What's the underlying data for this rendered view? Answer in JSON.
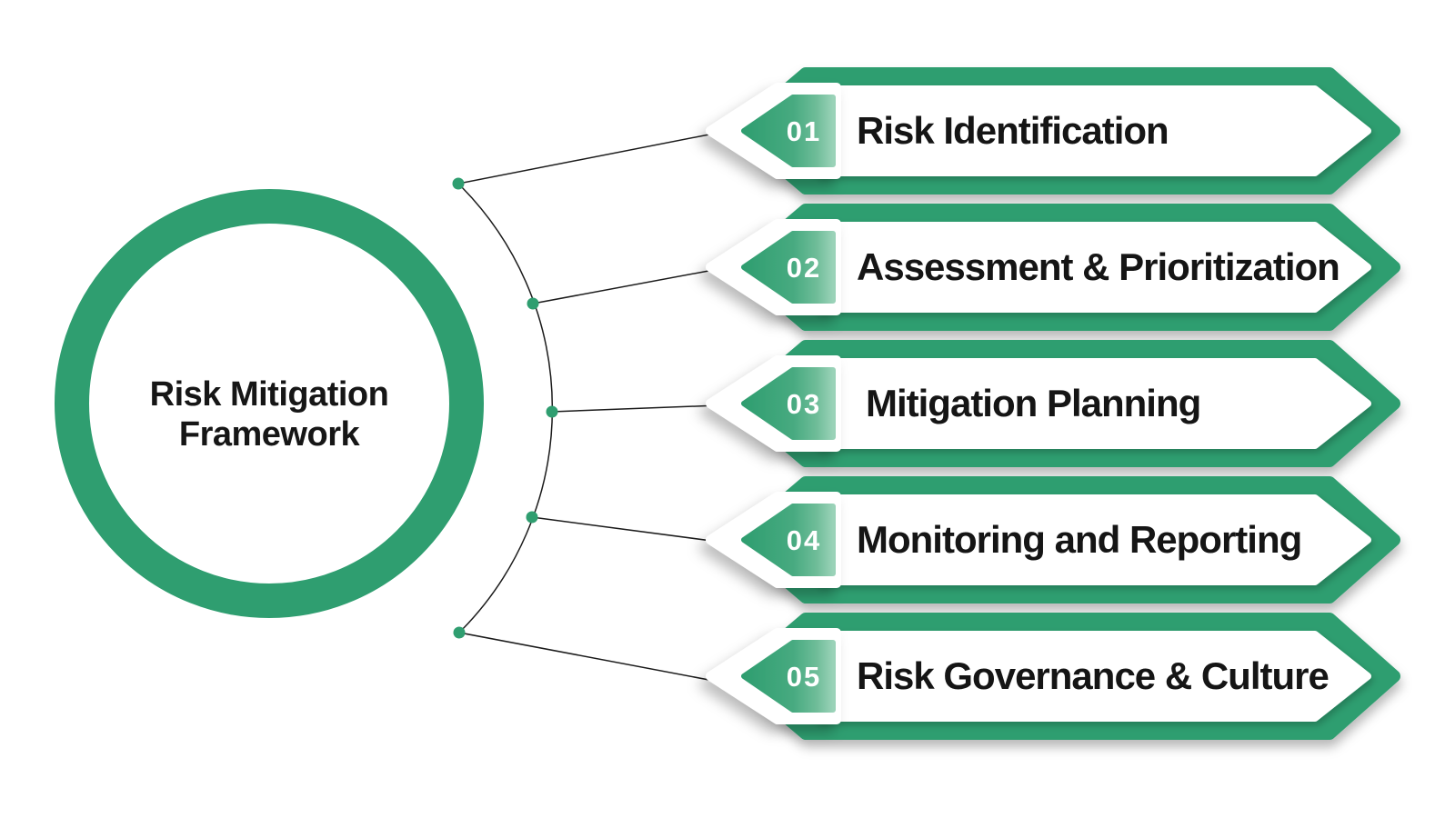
{
  "center": {
    "line1": "Risk Mitigation",
    "line2": "Framework"
  },
  "steps": [
    {
      "num": "01",
      "label": "Risk Identification"
    },
    {
      "num": "02",
      "label": "Assessment & Prioritization"
    },
    {
      "num": "03",
      "label": "Mitigation Planning"
    },
    {
      "num": "04",
      "label": "Monitoring and Reporting"
    },
    {
      "num": "05",
      "label": "Risk Governance & Culture"
    }
  ],
  "colors": {
    "green": "#2F9E70",
    "green_gradient_end": "#9AD2B8",
    "text": "#151515",
    "connector_line": "#1b1b1b",
    "background": "#FFFFFF"
  }
}
